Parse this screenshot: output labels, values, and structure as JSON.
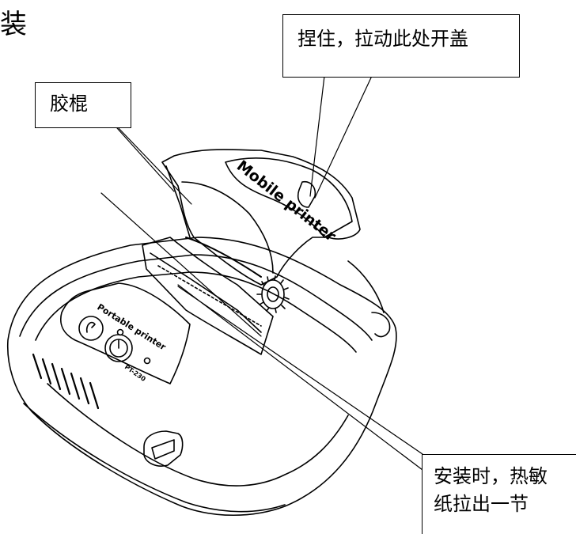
{
  "heading": {
    "visible_fragment": "装"
  },
  "callouts": {
    "cover_release": "捏住，拉动此处开盖",
    "rubber_roller": "胶棍",
    "paper_install_line1": "安装时，热敏",
    "paper_install_line2": "纸拉出一节"
  },
  "printer": {
    "cover_text": "Mobile printer",
    "panel_text": "Portable printer",
    "model_text": "PT-230"
  }
}
